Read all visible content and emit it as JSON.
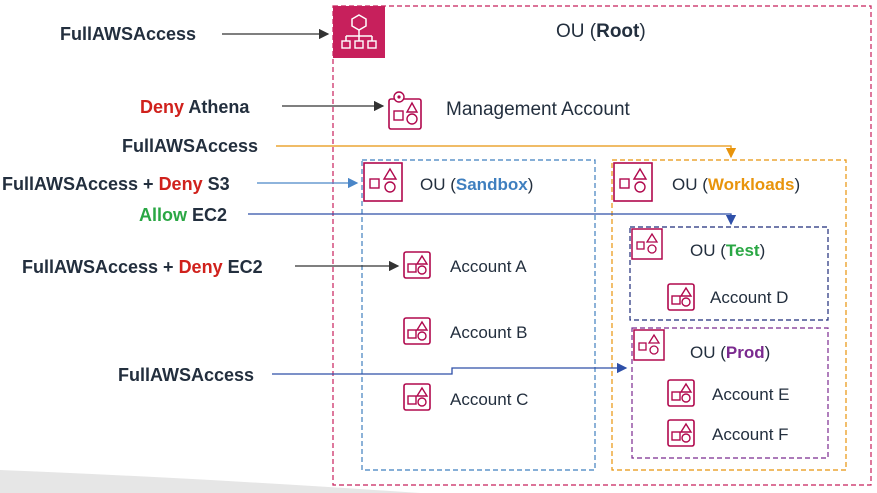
{
  "root": {
    "title_prefix": "OU (",
    "title_name": "Root",
    "title_suffix": ")",
    "policy": "FullAWSAccess"
  },
  "management": {
    "label": "Management Account",
    "policy_deny": "Deny",
    "policy_rest": " Athena"
  },
  "sandbox": {
    "title_prefix": "OU (",
    "title_name": "Sandbox",
    "title_suffix": ")",
    "policy_a": "FullAWSAccess + ",
    "policy_deny": "Deny",
    "policy_rest": " S3",
    "accounts": [
      "Account A",
      "Account B",
      "Account C"
    ],
    "account_a_policy_a": "FullAWSAccess + ",
    "account_a_policy_deny": "Deny",
    "account_a_policy_rest": " EC2"
  },
  "workloads": {
    "title_prefix": "OU (",
    "title_name": "Workloads",
    "title_suffix": ")",
    "policy": "FullAWSAccess"
  },
  "test": {
    "title_prefix": "OU (",
    "title_name": "Test",
    "title_suffix": ")",
    "policy_allow": "Allow",
    "policy_rest": " EC2",
    "accounts": [
      "Account D"
    ]
  },
  "prod": {
    "title_prefix": "OU (",
    "title_name": "Prod",
    "title_suffix": ")",
    "policy": "FullAWSAccess",
    "accounts": [
      "Account E",
      "Account F"
    ]
  },
  "colors": {
    "root_border": "#c7205c",
    "icon": "#b0084d",
    "sandbox": "#3f7fbf",
    "workloads": "#e8940c",
    "test_border": "#1e2c7a",
    "test_text": "#2aa744",
    "prod": "#7b2a8f",
    "deny": "#d0211c",
    "allow": "#2aa744",
    "text": "#232f3e",
    "arrow_dark": "#333333",
    "arrow_blue": "#2e4fa8",
    "arrow_sandbox": "#4a86c8",
    "arrow_orange": "#e8940c"
  },
  "icons": [
    "org-root-icon",
    "management-account-icon",
    "ou-icon",
    "account-icon"
  ]
}
